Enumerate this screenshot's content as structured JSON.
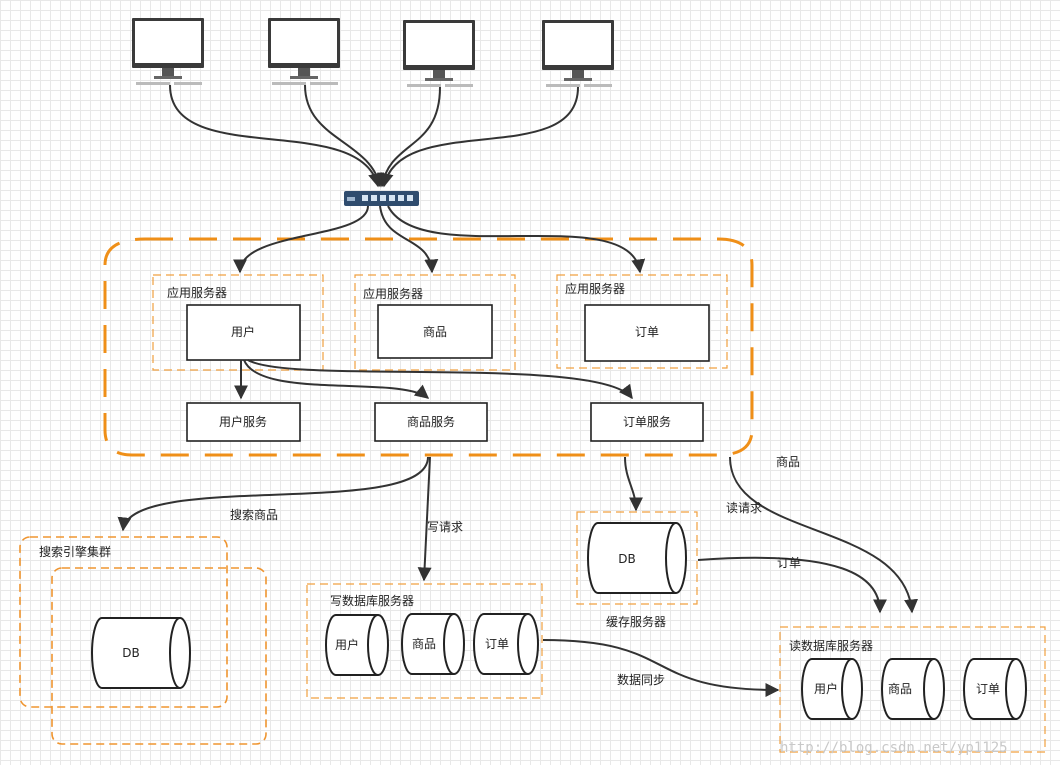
{
  "clients": {
    "count": 4
  },
  "app_servers": [
    {
      "title": "应用服务器",
      "module": "用户"
    },
    {
      "title": "应用服务器",
      "module": "商品"
    },
    {
      "title": "应用服务器",
      "module": "订单"
    }
  ],
  "services": {
    "user": "用户服务",
    "product": "商品服务",
    "order": "订单服务"
  },
  "search_cluster": {
    "title": "搜索引擎集群",
    "db": "DB"
  },
  "write_db": {
    "title": "写数据库服务器",
    "tables": [
      "用户",
      "商品",
      "订单"
    ]
  },
  "cache": {
    "db": "DB",
    "title": "缓存服务器"
  },
  "read_db": {
    "title": "读数据库服务器",
    "tables": [
      "用户",
      "商品",
      "订单"
    ]
  },
  "edge_labels": {
    "search_products": "搜索商品",
    "write_request": "写请求",
    "read_request": "读请求",
    "products": "商品",
    "orders": "订单",
    "data_sync": "数据同步"
  },
  "watermark": "http://blog.csdn.net/yp1125"
}
